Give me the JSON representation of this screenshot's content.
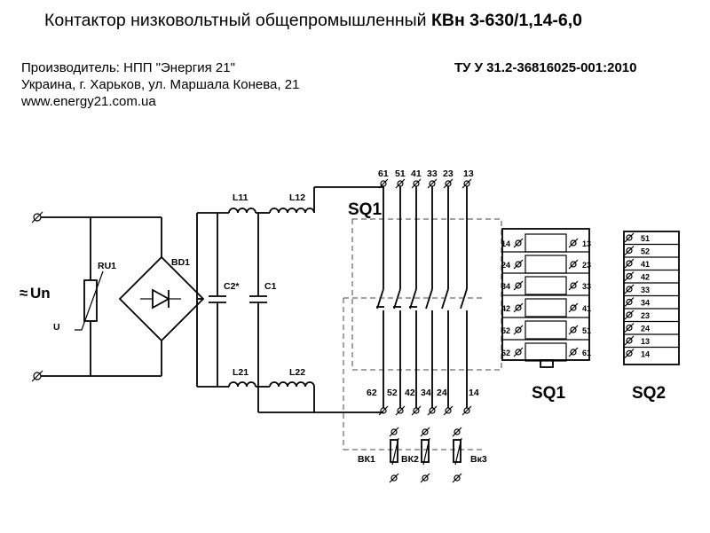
{
  "header": {
    "title_prefix": "Контактор низковольтный общепромышленный ",
    "title_model": "КВн 3-630/1,14-6,0",
    "manufacturer": "Производитель: НПП \"Энергия 21\"",
    "address": "Украина, г. Харьков, ул. Маршала Конева, 21",
    "website": "www.energy21.com.ua",
    "spec": "ТУ У 31.2-36816025-001:2010"
  },
  "schematic": {
    "supply_label": "Un",
    "supply_symbol": "≈",
    "u_label": "U",
    "components": {
      "varistor": "RU1",
      "bridge": "BD1",
      "l11": "L11",
      "l12": "L12",
      "l21": "L21",
      "l22": "L22",
      "c2": "C2*",
      "c1": "C1",
      "aux_block": "SQ1"
    },
    "top_terminals": [
      "61",
      "51",
      "41",
      "33",
      "23",
      "13"
    ],
    "bottom_terminals": [
      "62",
      "52",
      "42",
      "34",
      "24",
      "14"
    ],
    "switches": [
      "ВК1",
      "ВК2",
      "Вк3"
    ]
  },
  "sq1_block": {
    "label": "SQ1",
    "left_terminals": [
      "14",
      "24",
      "34",
      "42",
      "52",
      "62"
    ],
    "right_terminals": [
      "13",
      "23",
      "33",
      "41",
      "51",
      "61"
    ]
  },
  "sq2_block": {
    "label": "SQ2",
    "terminals": [
      "51",
      "52",
      "41",
      "42",
      "33",
      "34",
      "23",
      "24",
      "13",
      "14"
    ]
  }
}
